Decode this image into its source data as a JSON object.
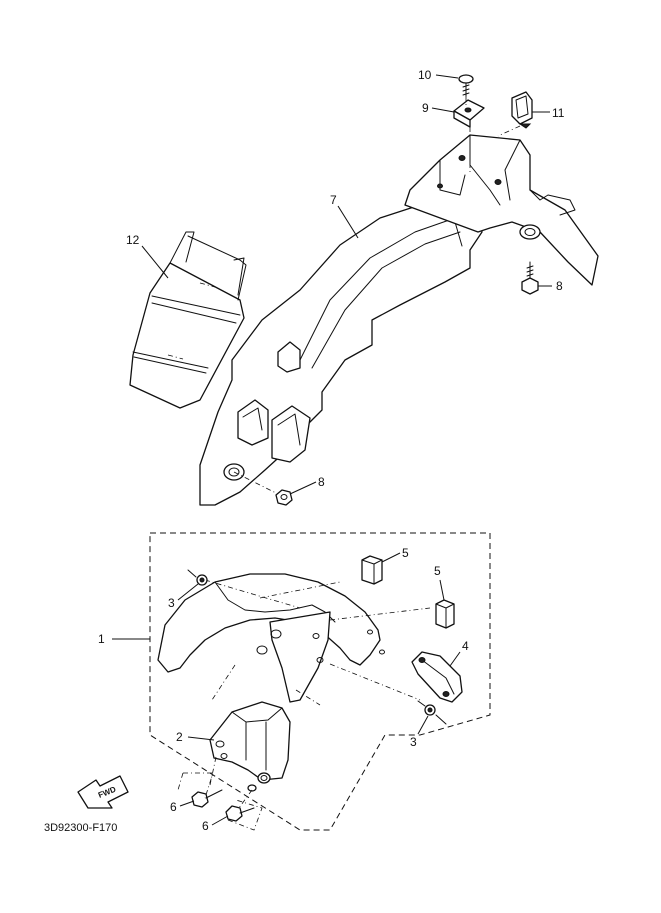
{
  "callouts": {
    "c1": "1",
    "c2": "2",
    "c3a": "3",
    "c3b": "3",
    "c4": "4",
    "c5a": "5",
    "c5b": "5",
    "c6a": "6",
    "c6b": "6",
    "c7": "7",
    "c8a": "8",
    "c8b": "8",
    "c9": "9",
    "c10": "10",
    "c11": "11",
    "c12": "12"
  },
  "fwd_label": "FWD",
  "diagram_code": "3D92300-F170"
}
